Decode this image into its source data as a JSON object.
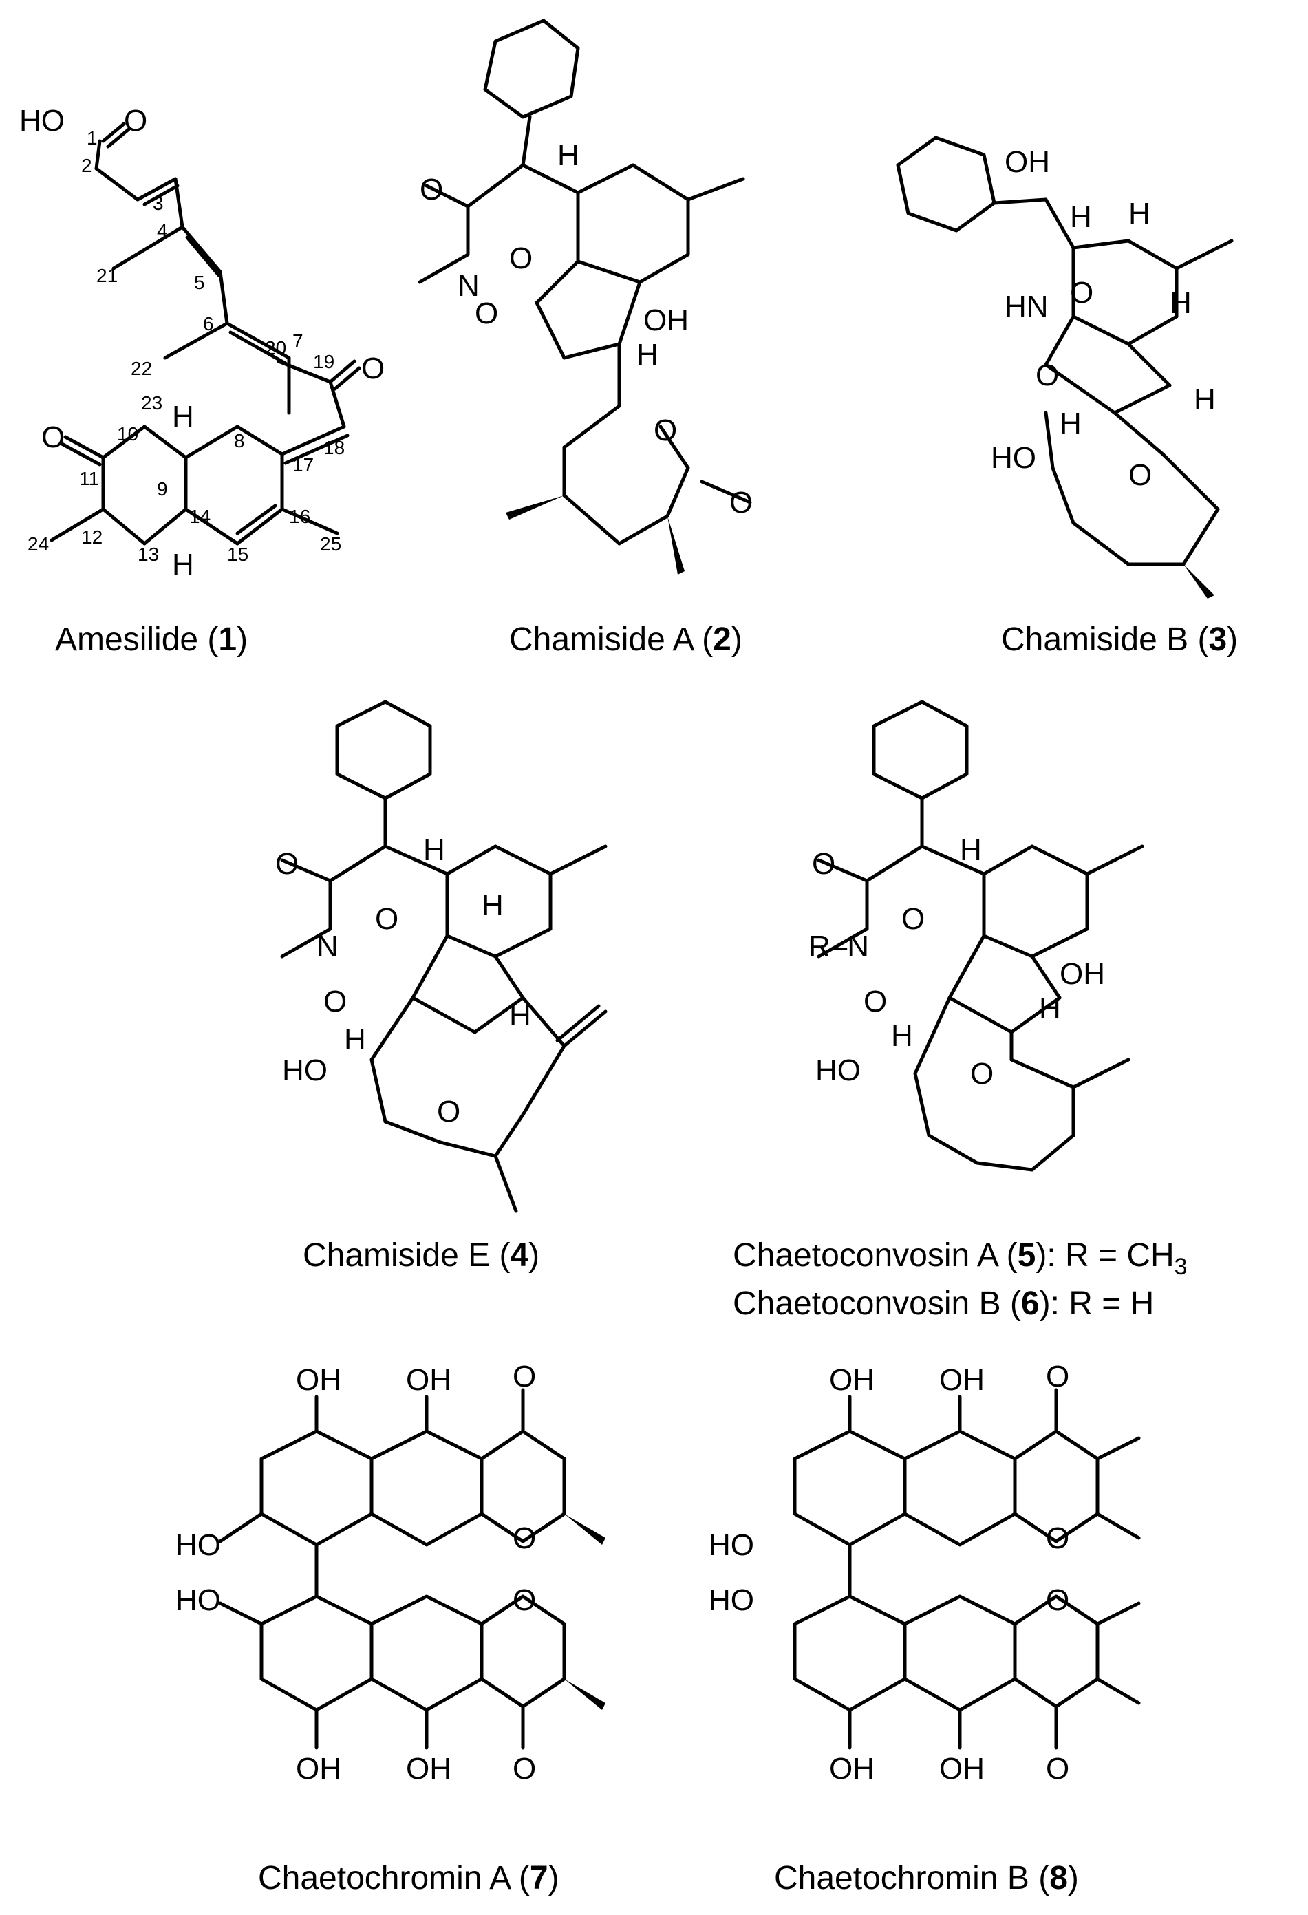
{
  "compounds": [
    {
      "name": "Amesilide",
      "id": "1"
    },
    {
      "name": "Chamiside A",
      "id": "2"
    },
    {
      "name": "Chamiside B",
      "id": "3"
    },
    {
      "name": "Chamiside E",
      "id": "4"
    },
    {
      "name": "Chaetoconvosin A",
      "id": "5",
      "substituent": "R = CH",
      "subscript": "3"
    },
    {
      "name": "Chaetoconvosin B",
      "id": "6",
      "substituent": "R = H"
    },
    {
      "name": "Chaetochromin A",
      "id": "7"
    },
    {
      "name": "Chaetochromin B",
      "id": "8"
    }
  ],
  "atom_labels": {
    "HO": "HO",
    "O": "O",
    "OH": "OH",
    "H": "H",
    "N": "N",
    "HN": "HN",
    "R": "R",
    "RN": "R–N"
  },
  "amesilide_numbering": [
    "1",
    "2",
    "3",
    "4",
    "5",
    "6",
    "7",
    "8",
    "9",
    "10",
    "11",
    "12",
    "13",
    "14",
    "15",
    "16",
    "17",
    "18",
    "19",
    "20",
    "21",
    "22",
    "23",
    "24",
    "25"
  ]
}
